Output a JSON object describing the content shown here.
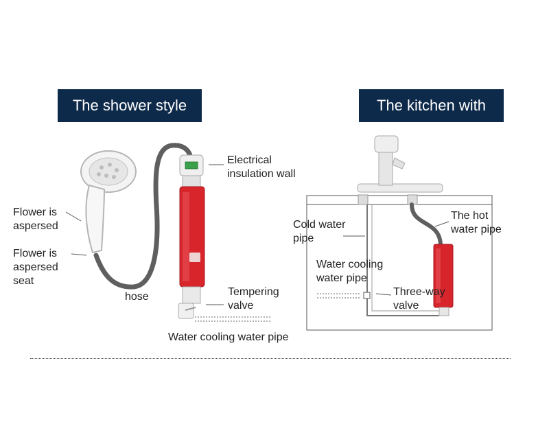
{
  "left_panel": {
    "title": "The shower style",
    "labels": {
      "flower_aspersed": [
        "Flower is",
        "aspersed"
      ],
      "flower_seat": [
        "Flower is",
        "aspersed",
        "seat"
      ],
      "hose": "hose",
      "electrical": [
        "Electrical",
        "insulation wall"
      ],
      "tempering": [
        "Tempering",
        "valve"
      ],
      "water_cooling": "Water cooling water pipe"
    }
  },
  "right_panel": {
    "title": "The kitchen with",
    "labels": {
      "cold_water": [
        "Cold water",
        "pipe"
      ],
      "hot_water": [
        "The hot",
        "water pipe"
      ],
      "water_cooling": [
        "Water cooling",
        "water pipe"
      ],
      "three_way": [
        "Three-way",
        "valve"
      ]
    }
  },
  "colors": {
    "banner": "#0e2a4a",
    "heater_red": "#d8242b",
    "hose_gray": "#5f5f5f"
  }
}
